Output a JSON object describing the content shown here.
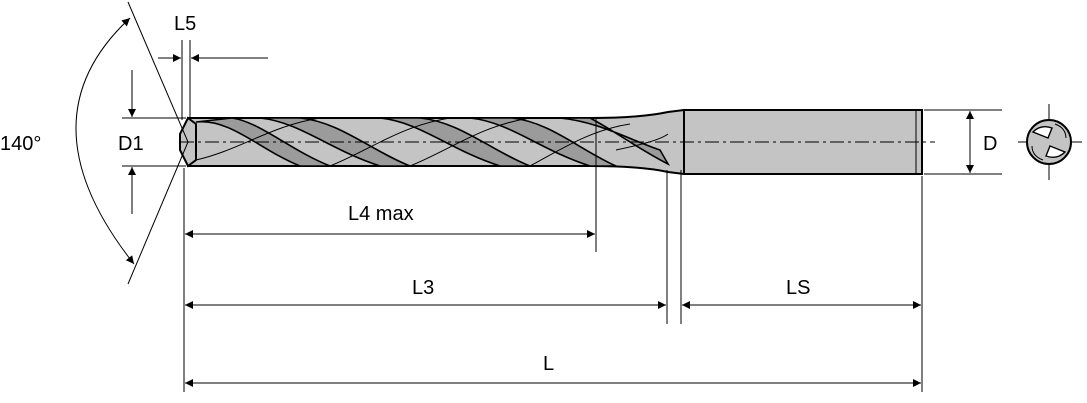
{
  "labels": {
    "angle": "140°",
    "l5": "L5",
    "d1": "D1",
    "d": "D",
    "l4": "L4 max",
    "l3": "L3",
    "ls": "LS",
    "l": "L"
  }
}
